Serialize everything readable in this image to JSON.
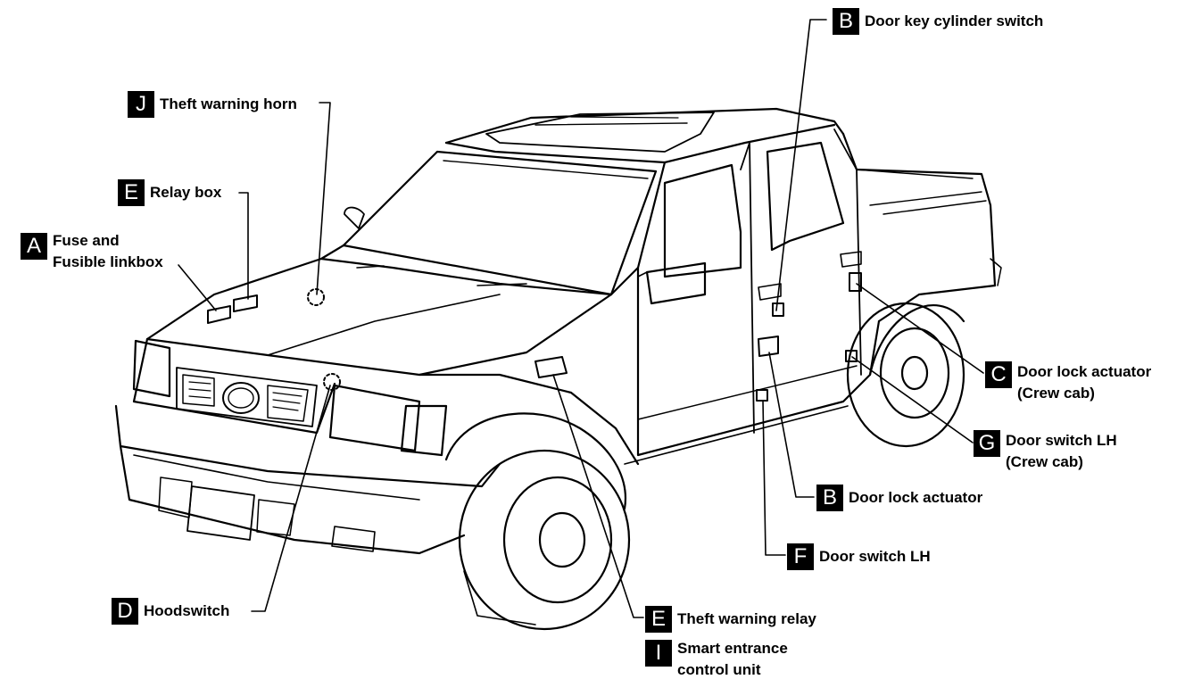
{
  "diagram": {
    "line_color": "#000000",
    "background": "#ffffff",
    "subject": "pickup-truck-crew-cab",
    "callouts": [
      {
        "id": "b-top",
        "code": "B",
        "lines": [
          "Door key cylinder switch"
        ]
      },
      {
        "id": "j",
        "code": "J",
        "lines": [
          "Theft warning horn"
        ]
      },
      {
        "id": "e-relay-box",
        "code": "E",
        "lines": [
          "Relay box"
        ]
      },
      {
        "id": "a",
        "code": "A",
        "lines": [
          "Fuse and",
          "Fusible linkbox"
        ]
      },
      {
        "id": "c",
        "code": "C",
        "lines": [
          "Door lock actuator",
          "(Crew cab)"
        ]
      },
      {
        "id": "g",
        "code": "G",
        "lines": [
          "Door switch LH",
          "(Crew cab)"
        ]
      },
      {
        "id": "b-lower",
        "code": "B",
        "lines": [
          "Door lock actuator"
        ]
      },
      {
        "id": "f",
        "code": "F",
        "lines": [
          "Door switch LH"
        ]
      },
      {
        "id": "d",
        "code": "D",
        "lines": [
          "Hoodswitch"
        ]
      },
      {
        "id": "e-theft",
        "code": "E",
        "lines": [
          "Theft warning relay"
        ]
      },
      {
        "id": "i",
        "code": "I",
        "lines": [
          "Smart entrance",
          "control unit"
        ]
      }
    ]
  }
}
